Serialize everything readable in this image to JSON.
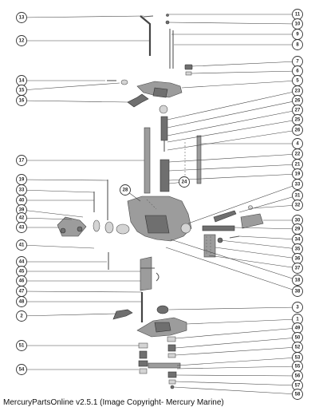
{
  "caption": "MercuryPartsOnline v2.5.1 (Image Copyright- Mercury Marine)",
  "callouts_left": [
    "13",
    "12",
    "14",
    "15",
    "16",
    "17",
    "19",
    "33",
    "40",
    "39",
    "42",
    "43",
    "41",
    "44",
    "45",
    "46",
    "47",
    "48",
    "2",
    "51",
    "54"
  ],
  "callouts_right": [
    "11",
    "10",
    "9",
    "8",
    "7",
    "6",
    "5",
    "23",
    "26",
    "27",
    "25",
    "26",
    "4",
    "22",
    "21",
    "19",
    "33",
    "31",
    "32",
    "30",
    "29",
    "34",
    "35",
    "36",
    "37",
    "18",
    "38",
    "3",
    "1",
    "49",
    "50",
    "52",
    "53",
    "55",
    "56",
    "57",
    "58"
  ],
  "callouts_inner": [
    "28",
    "24"
  ]
}
